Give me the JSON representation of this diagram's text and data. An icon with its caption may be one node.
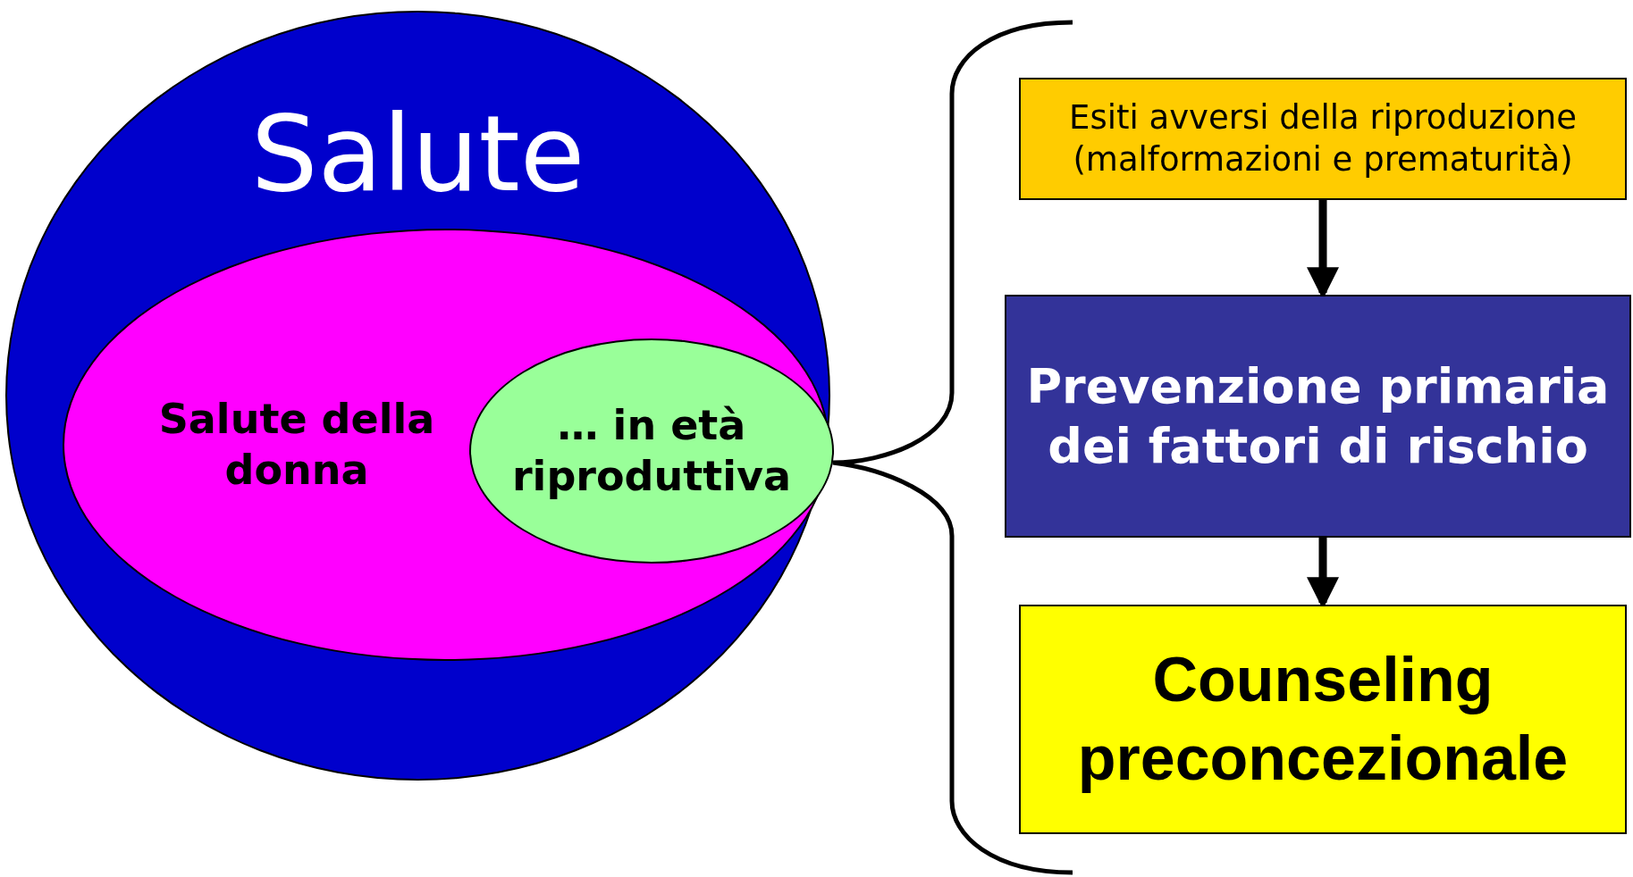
{
  "diagram": {
    "nodes": [
      {
        "text": [
          "Salute"
        ]
      },
      {
        "text": [
          "Salute della donna"
        ],
        "in": 0
      },
      {
        "text": [
          "… in età riproduttiva"
        ],
        "in": 1
      },
      {
        "text": [
          "Esiti avversi della riproduzione (malformazioni e prematurità)"
        ]
      },
      {
        "text": [
          "Prevenzione primaria dei fattori di rischio"
        ]
      },
      {
        "text": [
          "Counseling preconcezionale"
        ]
      }
    ],
    "edges": [
      {
        "from": 3,
        "to": 4,
        "arrow": "to"
      },
      {
        "from": 4,
        "to": 5,
        "arrow": "to"
      }
    ]
  }
}
